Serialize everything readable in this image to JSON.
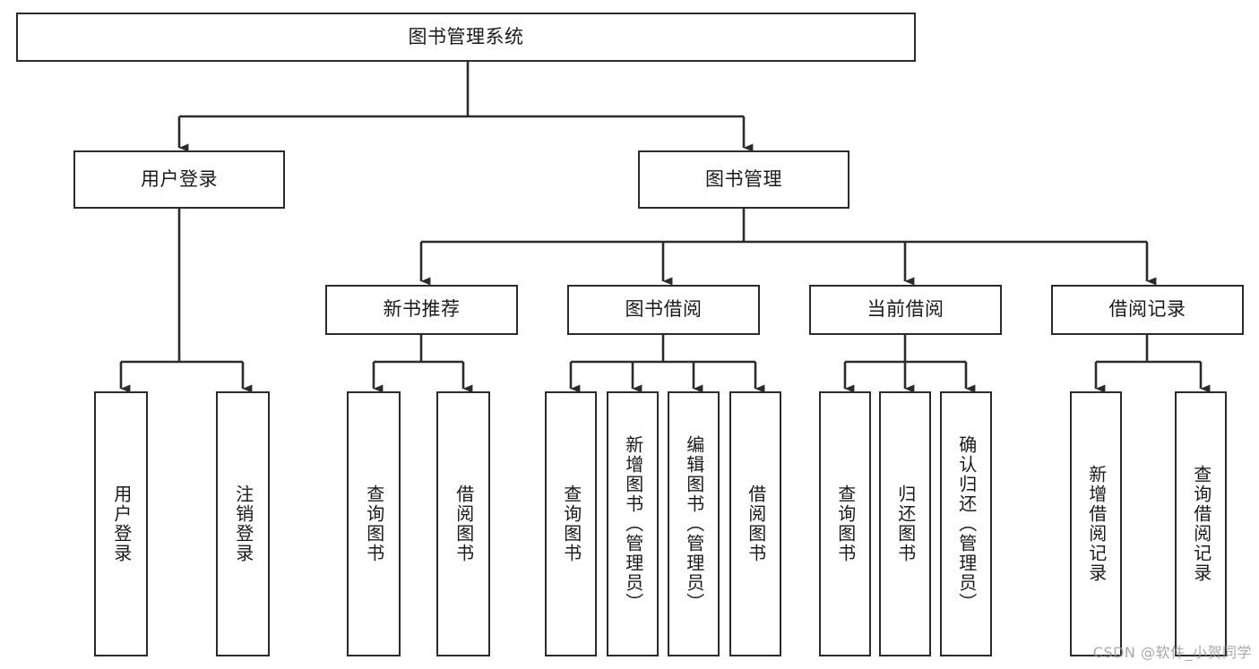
{
  "diagram": {
    "title": "图书管理系统",
    "type": "tree-hierarchy-diagram",
    "colors": {
      "box_border": "#2b2b2b",
      "box_fill": "#ffffff",
      "connector": "#2b2b2b",
      "text": "#1a1a1a",
      "watermark": "#9a9a9a",
      "background": "#ffffff"
    },
    "root": {
      "label": "图书管理系统"
    },
    "level2": [
      {
        "label": "用户登录"
      },
      {
        "label": "图书管理"
      }
    ],
    "level3": [
      {
        "label": "新书推荐"
      },
      {
        "label": "图书借阅"
      },
      {
        "label": "当前借阅"
      },
      {
        "label": "借阅记录"
      }
    ],
    "leaves": {
      "user_login": [
        {
          "label": "用户登录"
        },
        {
          "label": "注销登录"
        }
      ],
      "new_book_recommend": [
        {
          "label": "查询图书"
        },
        {
          "label": "借阅图书"
        }
      ],
      "book_borrow": [
        {
          "label": "查询图书"
        },
        {
          "label": "新增图书（管理员）"
        },
        {
          "label": "编辑图书（管理员）"
        },
        {
          "label": "借阅图书"
        }
      ],
      "current_borrow": [
        {
          "label": "查询图书"
        },
        {
          "label": "归还图书"
        },
        {
          "label": "确认归还（管理员）"
        }
      ],
      "borrow_record": [
        {
          "label": "新增借阅记录"
        },
        {
          "label": "查询借阅记录"
        }
      ]
    }
  },
  "watermark": {
    "text": "CSDN @软件_小贺同学"
  }
}
